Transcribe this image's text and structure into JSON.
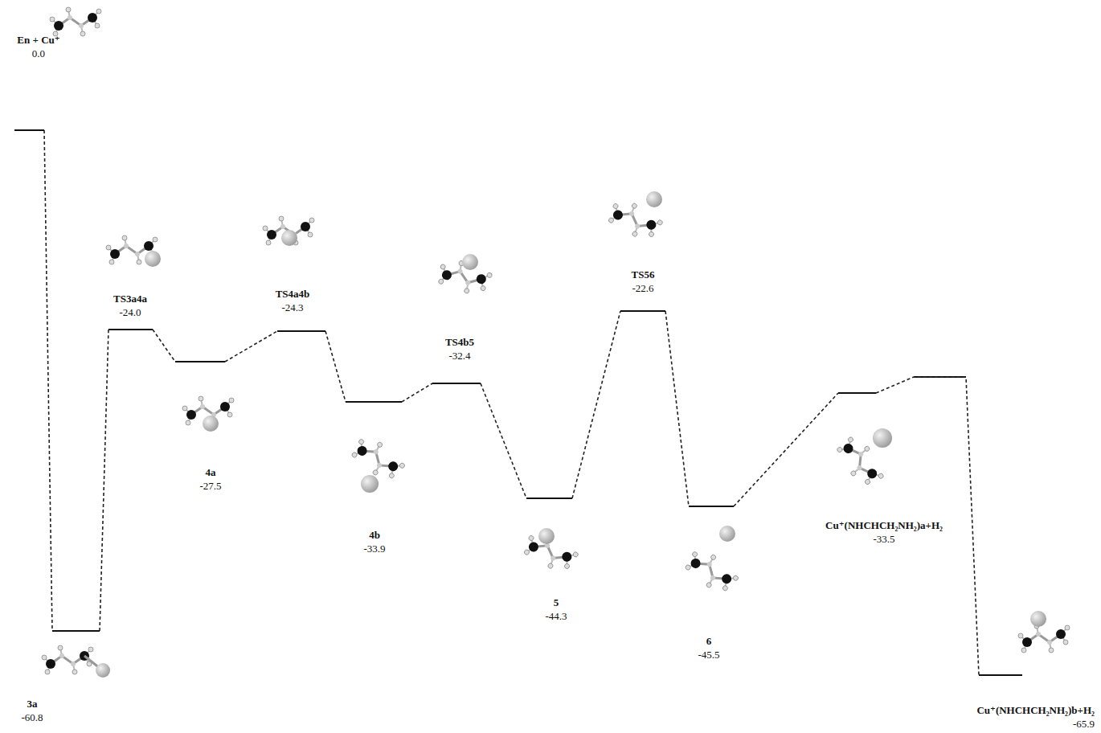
{
  "diagram": {
    "nodes": [
      {
        "text": [
          "En + Cu⁺",
          "0.0"
        ]
      },
      {
        "text": [
          "3a",
          "-60.8"
        ]
      },
      {
        "text": [
          "TS3a4a",
          "-24.0"
        ]
      },
      {
        "text": [
          "4a",
          "-27.5"
        ]
      },
      {
        "text": [
          "TS4a4b",
          "-24.3"
        ]
      },
      {
        "text": [
          "4b",
          "-33.9"
        ]
      },
      {
        "text": [
          "TS4b5",
          "-32.4"
        ]
      },
      {
        "text": [
          "5",
          "-44.3"
        ]
      },
      {
        "text": [
          "TS56",
          "-22.6"
        ]
      },
      {
        "text": [
          "6",
          "-45.5"
        ]
      },
      {
        "text": [
          "Cu⁺(NHCHCH₂NH₂)a+H₂",
          "-33.5"
        ]
      },
      {
        "text": [
          "Cu⁺(NHCHCH₂NH₂)b+H₂",
          "-65.9"
        ]
      }
    ],
    "edges": [
      {
        "from": 0,
        "to": 1,
        "arrow": "none"
      },
      {
        "from": 1,
        "to": 2,
        "arrow": "none"
      },
      {
        "from": 2,
        "to": 3,
        "arrow": "none"
      },
      {
        "from": 3,
        "to": 4,
        "arrow": "none"
      },
      {
        "from": 4,
        "to": 5,
        "arrow": "none"
      },
      {
        "from": 5,
        "to": 6,
        "arrow": "none"
      },
      {
        "from": 6,
        "to": 7,
        "arrow": "none"
      },
      {
        "from": 7,
        "to": 8,
        "arrow": "none"
      },
      {
        "from": 8,
        "to": 9,
        "arrow": "none"
      },
      {
        "from": 9,
        "to": 10,
        "arrow": "none"
      },
      {
        "from": 10,
        "to": 11,
        "arrow": "none"
      }
    ]
  }
}
